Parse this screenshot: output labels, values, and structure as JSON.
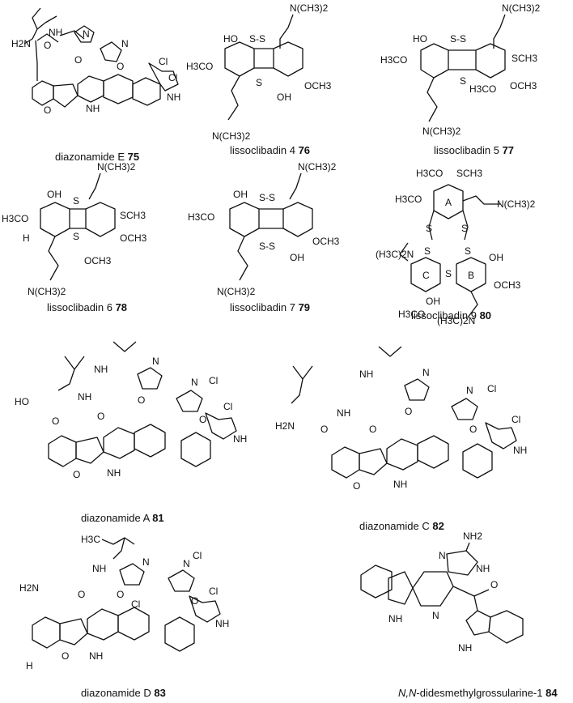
{
  "compounds": [
    {
      "name": "diazonamide E",
      "number": "75"
    },
    {
      "name": "lissoclibadin 4",
      "number": "76"
    },
    {
      "name": "lissoclibadin 5",
      "number": "77"
    },
    {
      "name": "lissoclibadin 6",
      "number": "78"
    },
    {
      "name": "lissoclibadin 7",
      "number": "79"
    },
    {
      "name": "lissoclibadin 9",
      "number": "80"
    },
    {
      "name": "diazonamide  A",
      "number": "81"
    },
    {
      "name": "diazonamide C",
      "number": "82"
    },
    {
      "name": "diazonamide  D",
      "number": "83"
    },
    {
      "prefix": "N,N",
      "name": "-didesmethylgrossularine-1",
      "number": "84"
    }
  ],
  "atom_labels": {
    "nme2": "N(CH3)2",
    "nme2_left": "(H3C)2N",
    "oh": "OH",
    "ho": "HO",
    "h3co": "H3CO",
    "och3": "OCH3",
    "sch3": "SCH3",
    "s": "S",
    "ss": "S-S",
    "h": "H",
    "h2n": "H2N",
    "nh2": "NH2",
    "nh": "NH",
    "n": "N",
    "o": "O",
    "cl": "Cl",
    "h3c": "H3C",
    "ring_a": "A",
    "ring_b": "B",
    "ring_c": "C"
  }
}
